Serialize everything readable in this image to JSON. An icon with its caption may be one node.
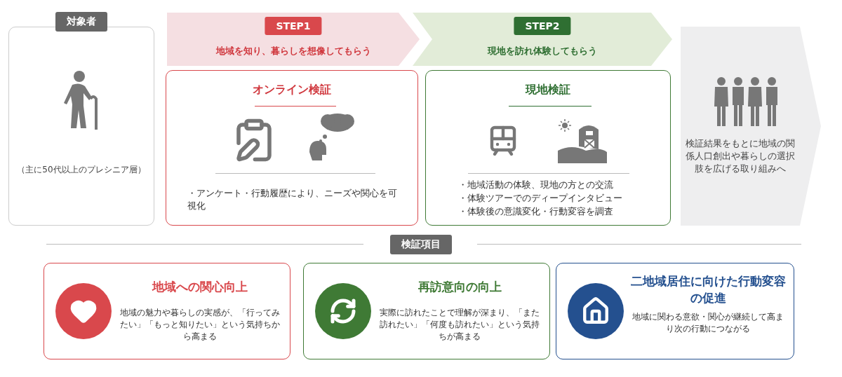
{
  "diagram": {
    "nodes": [
      {
        "text": [
          "対象者",
          "（主に50代以上のプレシニア層）"
        ]
      },
      {
        "text": [
          "STEP1",
          "地域を知り、暮らしを想像してもらう"
        ]
      },
      {
        "text": [
          "STEP2",
          "現地を訪れ体験してもらう"
        ]
      },
      {
        "text": [
          "検証結果をもとに地域の関係人口創出や暮らしの選択肢を広げる取り組みへ"
        ]
      },
      {
        "text": [
          "オンライン検証",
          "・アンケート・行動履歴により、ニーズや関心を可視化"
        ]
      },
      {
        "text": [
          "現地検証",
          "・地域活動の体験、現地の方との交流",
          "・体験ツアーでのディープインタビュー",
          "・体験後の意識変化・行動変容を調査"
        ]
      },
      {
        "text": [
          "地域への関心向上",
          "地域の魅力や暮らしの実感が、「行ってみたい」「もっと知りたい」という気持ちから高まる"
        ]
      },
      {
        "text": [
          "再訪意向の向上",
          "実際に訪れたことで理解が深まり、「また訪れたい」「何度も訪れたい」という気持ちが高まる"
        ]
      },
      {
        "text": [
          "二地域居住に向けた行動変容の促進",
          "地域に関わる意欲・関心が継続して高まり次の行動につながる"
        ]
      }
    ],
    "labels": [
      "検証項目"
    ]
  }
}
